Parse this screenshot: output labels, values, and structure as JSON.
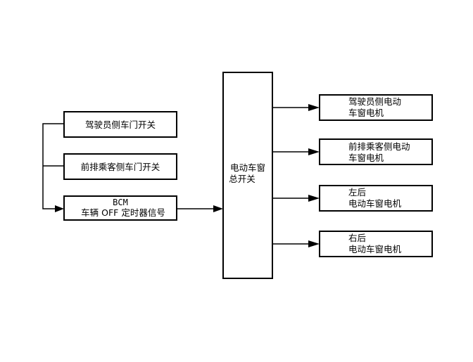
{
  "inputs": [
    {
      "lines": [
        "驾驶员侧车门开关"
      ]
    },
    {
      "lines": [
        "前排乘客侧车门开关"
      ]
    },
    {
      "lines": [
        "BCM",
        "车辆 OFF 定时器信号"
      ]
    }
  ],
  "master_switch": {
    "lines": [
      "电动车窗",
      "总开关"
    ]
  },
  "outputs": [
    {
      "lines": [
        "驾驶员侧电动",
        "车窗电机"
      ]
    },
    {
      "lines": [
        "前排乘客侧电动",
        "车窗电机"
      ]
    },
    {
      "lines": [
        "左后",
        "电动车窗电机"
      ]
    },
    {
      "lines": [
        "右后",
        "电动车窗电机"
      ]
    }
  ]
}
